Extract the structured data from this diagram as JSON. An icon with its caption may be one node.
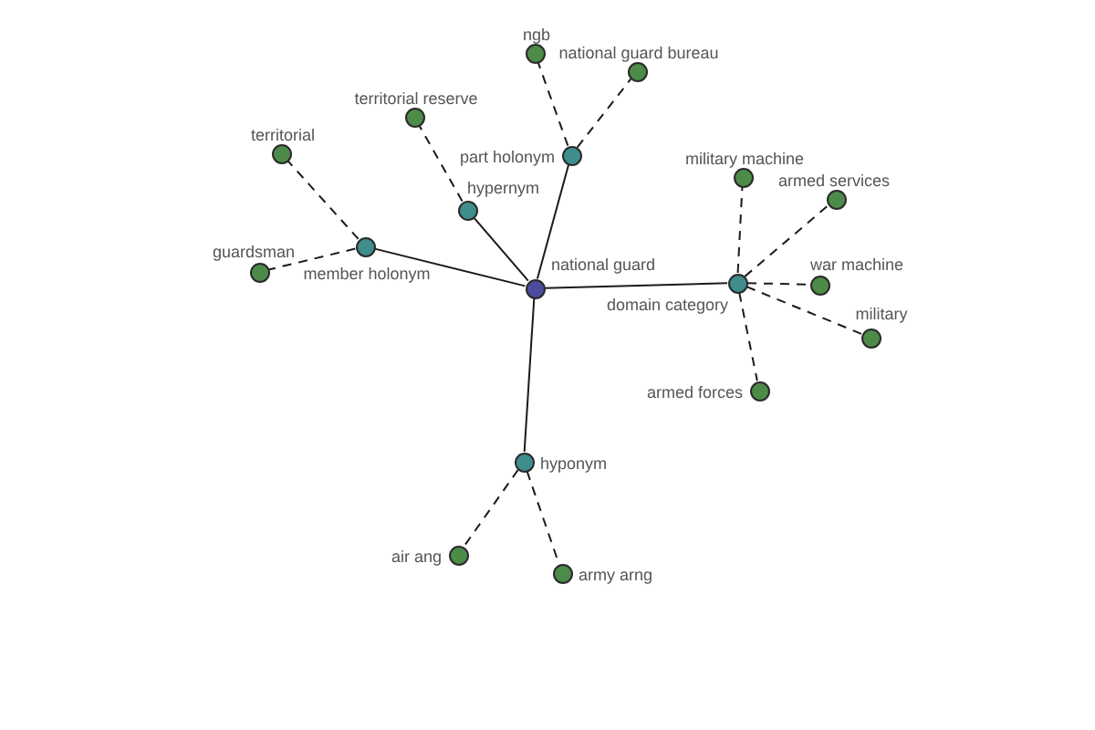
{
  "diagram": {
    "nodes": [
      {
        "text": [
          "national guard"
        ]
      },
      {
        "text": [
          "hypernym"
        ]
      },
      {
        "text": [
          "part holonym"
        ]
      },
      {
        "text": [
          "member holonym"
        ]
      },
      {
        "text": [
          "domain category"
        ]
      },
      {
        "text": [
          "hyponym"
        ]
      },
      {
        "text": [
          "ngb"
        ]
      },
      {
        "text": [
          "national guard bureau"
        ]
      },
      {
        "text": [
          "territorial reserve"
        ]
      },
      {
        "text": [
          "territorial"
        ]
      },
      {
        "text": [
          "guardsman"
        ]
      },
      {
        "text": [
          "military machine"
        ]
      },
      {
        "text": [
          "armed services"
        ]
      },
      {
        "text": [
          "war machine"
        ]
      },
      {
        "text": [
          "military"
        ]
      },
      {
        "text": [
          "armed forces"
        ]
      },
      {
        "text": [
          "air ang"
        ]
      },
      {
        "text": [
          "army arng"
        ]
      }
    ],
    "edges": [
      {
        "from": 0,
        "to": 1,
        "arrow": "none"
      },
      {
        "from": 0,
        "to": 2,
        "arrow": "none"
      },
      {
        "from": 0,
        "to": 3,
        "arrow": "none"
      },
      {
        "from": 0,
        "to": 4,
        "arrow": "none"
      },
      {
        "from": 0,
        "to": 5,
        "arrow": "none"
      },
      {
        "from": 2,
        "to": 6,
        "arrow": "none",
        "style": "dashed"
      },
      {
        "from": 2,
        "to": 7,
        "arrow": "none",
        "style": "dashed"
      },
      {
        "from": 1,
        "to": 8,
        "arrow": "none",
        "style": "dashed"
      },
      {
        "from": 3,
        "to": 9,
        "arrow": "none",
        "style": "dashed"
      },
      {
        "from": 3,
        "to": 10,
        "arrow": "none",
        "style": "dashed"
      },
      {
        "from": 4,
        "to": 11,
        "arrow": "none",
        "style": "dashed"
      },
      {
        "from": 4,
        "to": 12,
        "arrow": "none",
        "style": "dashed"
      },
      {
        "from": 4,
        "to": 13,
        "arrow": "none",
        "style": "dashed"
      },
      {
        "from": 4,
        "to": 14,
        "arrow": "none",
        "style": "dashed"
      },
      {
        "from": 4,
        "to": 15,
        "arrow": "none",
        "style": "dashed"
      },
      {
        "from": 5,
        "to": 16,
        "arrow": "none",
        "style": "dashed"
      },
      {
        "from": 5,
        "to": 17,
        "arrow": "none",
        "style": "dashed"
      }
    ]
  }
}
